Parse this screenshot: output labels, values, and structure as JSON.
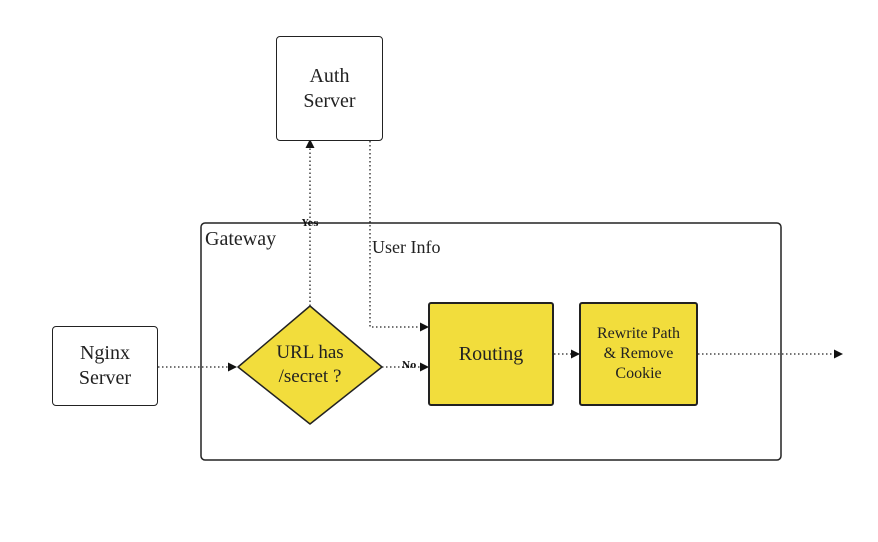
{
  "diagram": {
    "gateway_label": "Gateway",
    "nodes": {
      "auth_server": "Auth\nServer",
      "nginx_server": "Nginx\nServer",
      "decision": "URL has\n/secret ?",
      "routing": "Routing",
      "rewrite": "Rewrite Path\n& Remove\nCookie"
    },
    "edge_labels": {
      "yes": "Yes",
      "no": "No",
      "user_info": "User Info"
    },
    "colors": {
      "process_fill": "#f2dd3c",
      "stroke": "#222222"
    }
  }
}
